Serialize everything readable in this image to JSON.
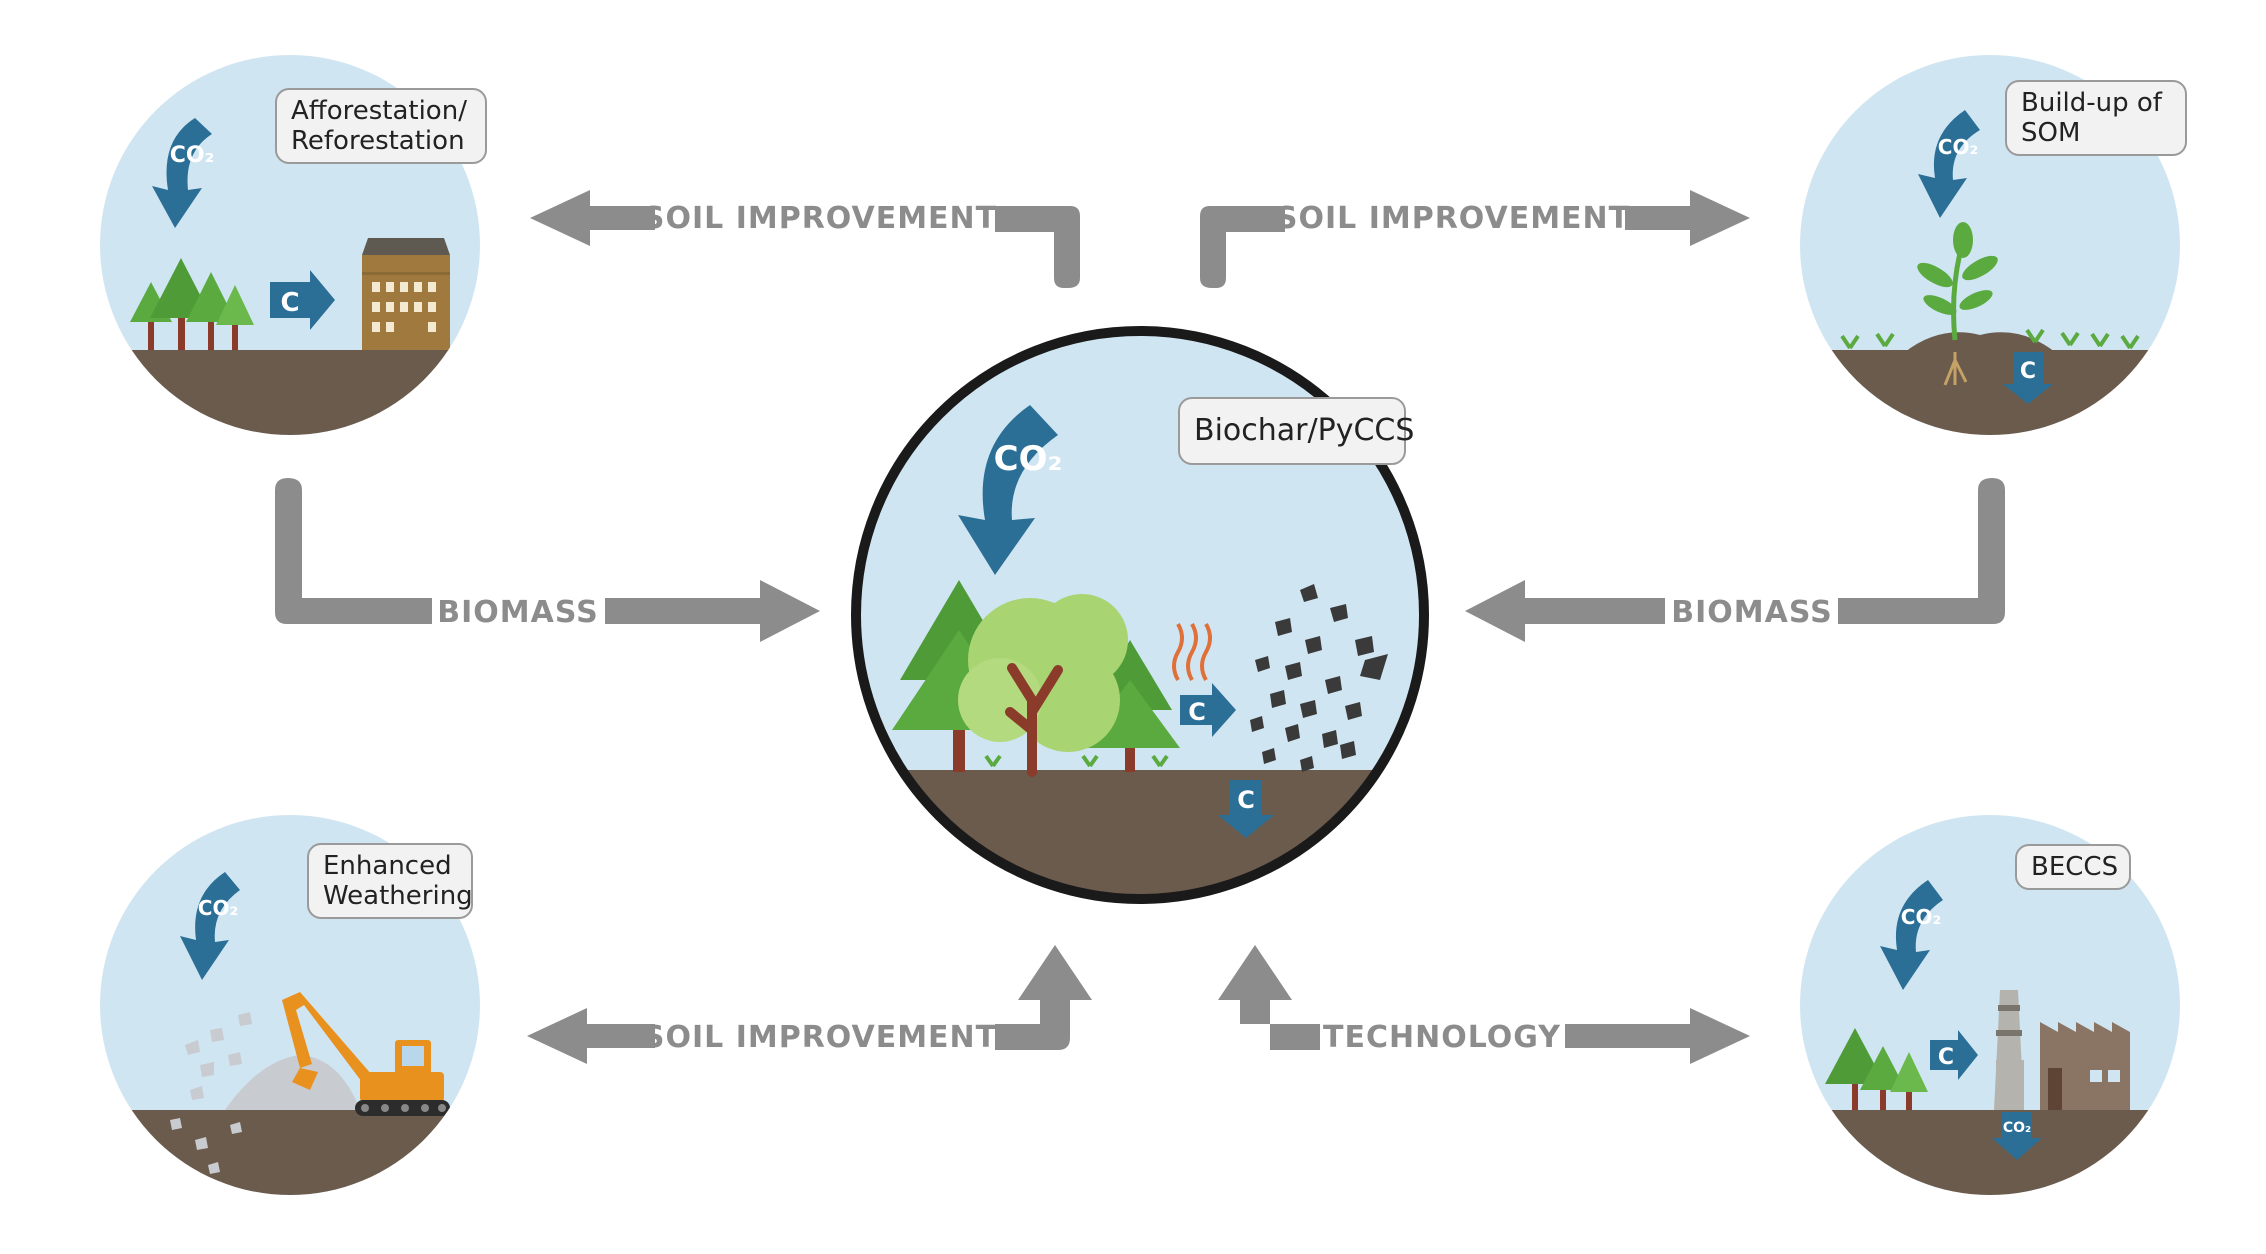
{
  "colors": {
    "sky": "#d0e5f2",
    "soil": "#6b5b4d",
    "arrow_gray": "#8c8c8c",
    "co2_blue": "#2b6f96",
    "tree_green": "#5aaa40",
    "label_bg": "#f2f2f2",
    "flame_orange": "#e0703a"
  },
  "nodes": {
    "center": {
      "label": "Biochar/PyCCS",
      "co2": "CO₂",
      "c_mark": "C",
      "c_soil": "C"
    },
    "top_left": {
      "label_line1": "Afforestation/",
      "label_line2": "Reforestation",
      "co2": "CO₂",
      "c_mark": "C"
    },
    "top_right": {
      "label_line1": "Build-up of",
      "label_line2": "SOM",
      "co2": "CO₂",
      "c_mark": "C"
    },
    "bottom_left": {
      "label_line1": "Enhanced",
      "label_line2": "Weathering",
      "co2": "CO₂"
    },
    "bottom_right": {
      "label": "BECCS",
      "co2": "CO₂",
      "c_mark": "C",
      "co2_soil": "CO₂"
    }
  },
  "flows": {
    "soil_top_left": "SOIL IMPROVEMENT",
    "soil_top_right": "SOIL IMPROVEMENT",
    "biomass_left": "BIOMASS",
    "biomass_right": "BIOMASS",
    "soil_bottom_left": "SOIL IMPROVEMENT",
    "technology": "TECHNOLOGY"
  }
}
